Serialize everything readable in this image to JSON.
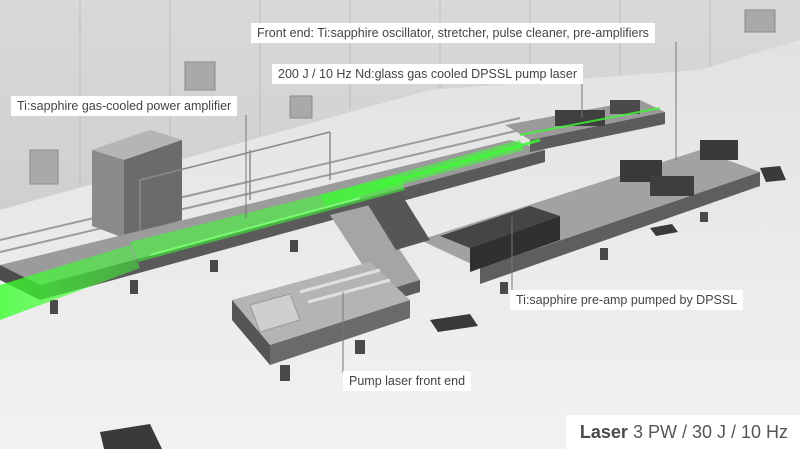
{
  "labels": {
    "front_end": "Front end: Ti:sapphire oscillator, stretcher, pulse cleaner, pre-amplifiers",
    "pump_laser": "200 J / 10 Hz Nd:glass gas cooled DPSSL pump laser",
    "power_amp": "Ti:sapphire gas-cooled power amplifier",
    "pre_amp": "Ti:sapphire pre-amp pumped by DPSSL",
    "pump_front_end": "Pump laser front end"
  },
  "footer": {
    "title": "Laser",
    "spec": "3 PW / 30 J / 10 Hz"
  },
  "colors": {
    "beam": "#39ff3a",
    "floor": "#ececec",
    "wall": "#dcdcdc",
    "table_top": "#8f8f8f",
    "table_side": "#5b5b5b",
    "leader": "#777777"
  }
}
